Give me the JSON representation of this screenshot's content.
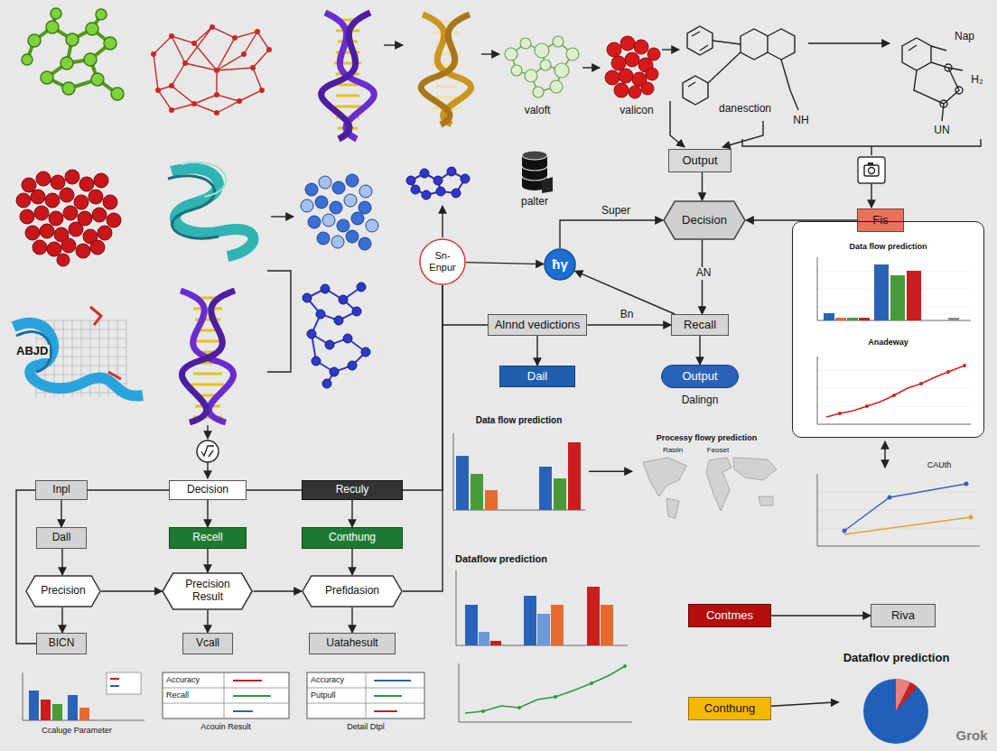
{
  "diagram": {
    "nodes": [
      {
        "text": [
          "Output"
        ]
      },
      {
        "text": [
          "Decision"
        ]
      },
      {
        "text": [
          "Fis"
        ]
      },
      {
        "text": [
          "Sn- Enpur"
        ]
      },
      {
        "text": [
          "ħγ"
        ]
      },
      {
        "text": [
          "Alnnd vedictions"
        ]
      },
      {
        "text": [
          "Recall"
        ]
      },
      {
        "text": [
          "Dail"
        ]
      },
      {
        "text": [
          "Output"
        ]
      },
      {
        "text": [
          "Data flow prediction",
          "Anadeway"
        ]
      },
      {
        "text": [
          "Inpl"
        ]
      },
      {
        "text": [
          "Decision"
        ]
      },
      {
        "text": [
          "Reculy"
        ]
      },
      {
        "text": [
          "Dall"
        ]
      },
      {
        "text": [
          "Recell"
        ]
      },
      {
        "text": [
          "Conthung"
        ]
      },
      {
        "text": [
          "Precision"
        ]
      },
      {
        "text": [
          "Precision Result"
        ]
      },
      {
        "text": [
          "Prefidasion"
        ]
      },
      {
        "text": [
          "BICN"
        ]
      },
      {
        "text": [
          "Vcall"
        ]
      },
      {
        "text": [
          "Uatahesult"
        ]
      },
      {
        "text": [
          "Data flow prediction"
        ]
      },
      {
        "text": [
          "Processy flowy prediction"
        ]
      },
      {
        "text": [
          "Contmes"
        ]
      },
      {
        "text": [
          "Riva"
        ]
      },
      {
        "text": [
          "Conthung"
        ]
      },
      {
        "text": [
          "Dataflov prediction"
        ]
      }
    ],
    "edges": [
      {
        "from": 0,
        "to": 1,
        "arrow": "to"
      },
      {
        "from": 2,
        "to": 1,
        "arrow": "to"
      },
      {
        "from": 4,
        "to": 1,
        "label": "Super",
        "arrow": "to"
      },
      {
        "from": 3,
        "to": 4,
        "arrow": "to"
      },
      {
        "from": 1,
        "to": 6,
        "label": "AN",
        "arrow": "to"
      },
      {
        "from": 6,
        "to": 4,
        "arrow": "to"
      },
      {
        "from": 5,
        "to": 6,
        "label": "Bn",
        "arrow": "to"
      },
      {
        "from": 5,
        "to": 7,
        "arrow": "to"
      },
      {
        "from": 6,
        "to": 8,
        "arrow": "to"
      },
      {
        "from": 10,
        "to": 11,
        "arrow": "none"
      },
      {
        "from": 11,
        "to": 12,
        "arrow": "none"
      },
      {
        "from": 10,
        "to": 13,
        "arrow": "to"
      },
      {
        "from": 13,
        "to": 16,
        "arrow": "to"
      },
      {
        "from": 16,
        "to": 19,
        "arrow": "to"
      },
      {
        "from": 11,
        "to": 14,
        "arrow": "to"
      },
      {
        "from": 14,
        "to": 17,
        "arrow": "to"
      },
      {
        "from": 17,
        "to": 20,
        "arrow": "to"
      },
      {
        "from": 12,
        "to": 15,
        "arrow": "to"
      },
      {
        "from": 15,
        "to": 18,
        "arrow": "to"
      },
      {
        "from": 18,
        "to": 21,
        "arrow": "to"
      },
      {
        "from": 16,
        "to": 17,
        "arrow": "to"
      },
      {
        "from": 17,
        "to": 18,
        "arrow": "to"
      },
      {
        "from": 12,
        "to": 3,
        "arrow": "none"
      },
      {
        "from": 18,
        "to": 3,
        "arrow": "none"
      },
      {
        "from": 22,
        "to": 23,
        "arrow": "to"
      },
      {
        "from": 24,
        "to": 25,
        "arrow": "to"
      },
      {
        "from": 26,
        "to": 27,
        "arrow": "to"
      }
    ],
    "labels": [
      "valoft",
      "valicon",
      "danesction",
      "Nap",
      "H₂",
      "NH",
      "UN",
      "ABJD",
      "palter",
      "Dalingn",
      "Rasiin",
      "Feoset",
      "CAUth",
      "Dataflow prediction",
      "Ccaluge Parameter",
      "Accuracy",
      "Recall",
      "Acouin Result",
      "Accuracy",
      "Putpull",
      "Detail Dtpl",
      "Grok"
    ]
  }
}
